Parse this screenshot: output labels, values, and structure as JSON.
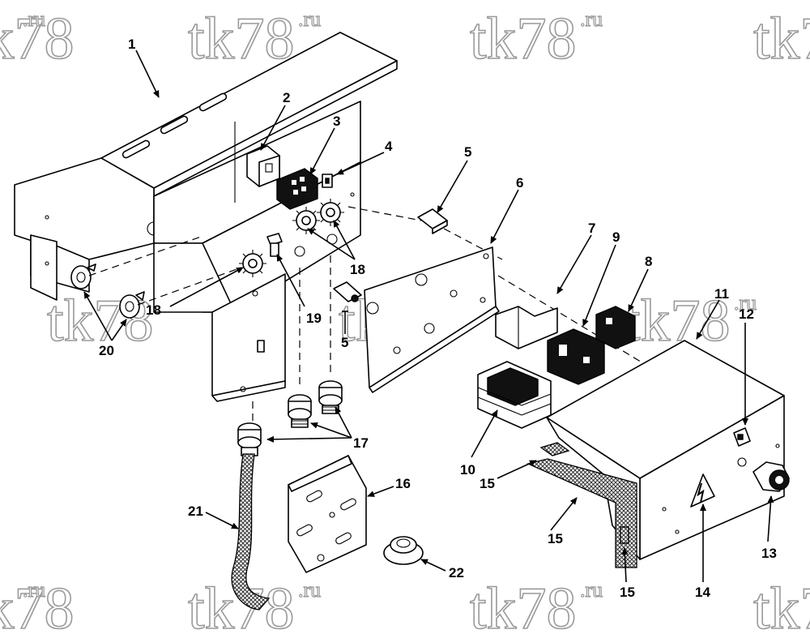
{
  "watermark": {
    "text": "tk78",
    "suffix": ".ru"
  },
  "callouts": {
    "c1": "1",
    "c2": "2",
    "c3": "3",
    "c4": "4",
    "c5a": "5",
    "c5b": "5",
    "c6": "6",
    "c7": "7",
    "c8": "8",
    "c9": "9",
    "c10": "10",
    "c11": "11",
    "c12": "12",
    "c13": "13",
    "c14": "14",
    "c15a": "15",
    "c15b": "15",
    "c15c": "15",
    "c16": "16",
    "c17": "17",
    "c18a": "18",
    "c18b": "18",
    "c19": "19",
    "c20": "20",
    "c21": "21",
    "c22": "22"
  }
}
